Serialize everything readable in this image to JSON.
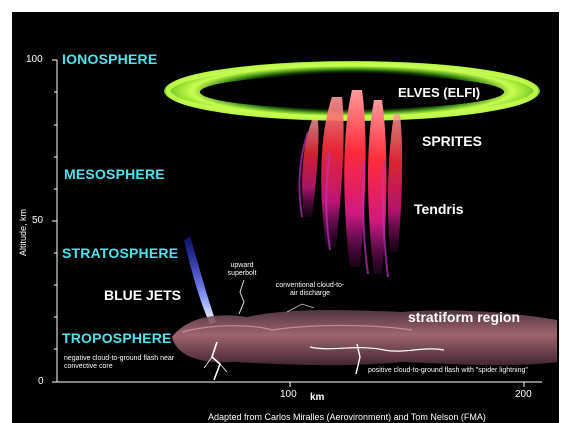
{
  "axis": {
    "ylabel": "Altitude, km",
    "xlabel": "km",
    "yticks": [
      "100",
      "50",
      "0"
    ],
    "xticks": [
      "100",
      "200"
    ]
  },
  "layers": {
    "ionosphere": "IONOSPHERE",
    "mesosphere": "MESOSPHERE",
    "stratosphere": "STRATOSPHERE",
    "troposphere": "TROPOSPHERE"
  },
  "phenomena": {
    "elves": "ELVES (ELFI)",
    "sprites": "SPRITES",
    "tendris": "Tendris",
    "blue_jets": "BLUE JETS",
    "stratiform": "stratiform region"
  },
  "annotations": {
    "upward_superbolt": "upward superbolt",
    "cloud_to_air": "conventional cloud-to-air discharge",
    "negative_flash": "negative cloud-to-ground flash near convective core",
    "positive_flash": "positive cloud-to-ground flash with \"spider lightning\""
  },
  "credit": "Adapted from Carlos Miralles (Aerovironment) and Tom Nelson (FMA)",
  "colors": {
    "background": "#000000",
    "layer_label": "#4fe3f0",
    "elves_ring": "#b8ff3a",
    "sprites": "#ff4a4a",
    "tendrils": "#c020c0",
    "blue_jet": "#3a4bff",
    "cloud": "#9a5a6a"
  }
}
